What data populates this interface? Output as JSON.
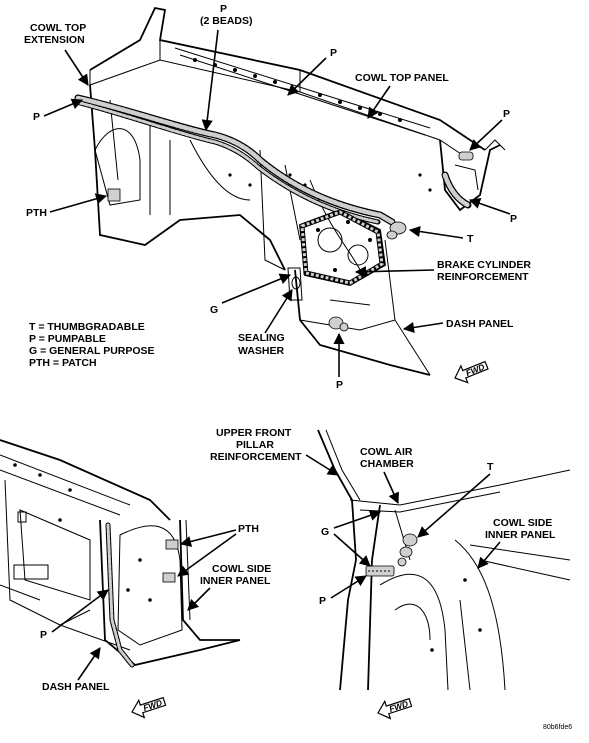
{
  "top_view": {
    "labels": {
      "cowl_top_extension_1": "COWL TOP",
      "cowl_top_extension_2": "EXTENSION",
      "p_2beads_1": "P",
      "p_2beads_2": "(2 BEADS)",
      "p_top": "P",
      "cowl_top_panel": "COWL TOP PANEL",
      "p_right_top": "P",
      "p_left": "P",
      "pth": "PTH",
      "p_right": "P",
      "t": "T",
      "brake_1": "BRAKE CYLINDER",
      "brake_2": "REINFORCEMENT",
      "g": "G",
      "dash_panel": "DASH PANEL",
      "sealing_1": "SEALING",
      "sealing_2": "WASHER",
      "p_bottom": "P"
    },
    "legend": [
      "T = THUMBGRADABLE",
      "P = PUMPABLE",
      "G = GENERAL PURPOSE",
      "PTH = PATCH"
    ],
    "fwd": "FWD"
  },
  "bottom_left_view": {
    "labels": {
      "pth": "PTH",
      "cowl_side_1": "COWL SIDE",
      "cowl_side_2": "INNER PANEL",
      "p": "P",
      "dash_panel": "DASH PANEL"
    },
    "fwd": "FWD"
  },
  "bottom_right_view": {
    "labels": {
      "upper_1": "UPPER FRONT",
      "upper_2": "PILLAR",
      "upper_3": "REINFORCEMENT",
      "cowl_air_1": "COWL AIR",
      "cowl_air_2": "CHAMBER",
      "t": "T",
      "g": "G",
      "cowl_side_1": "COWL SIDE",
      "cowl_side_2": "INNER PANEL",
      "p": "P"
    },
    "fwd": "FWD"
  },
  "figure_id": "80b6fde6"
}
